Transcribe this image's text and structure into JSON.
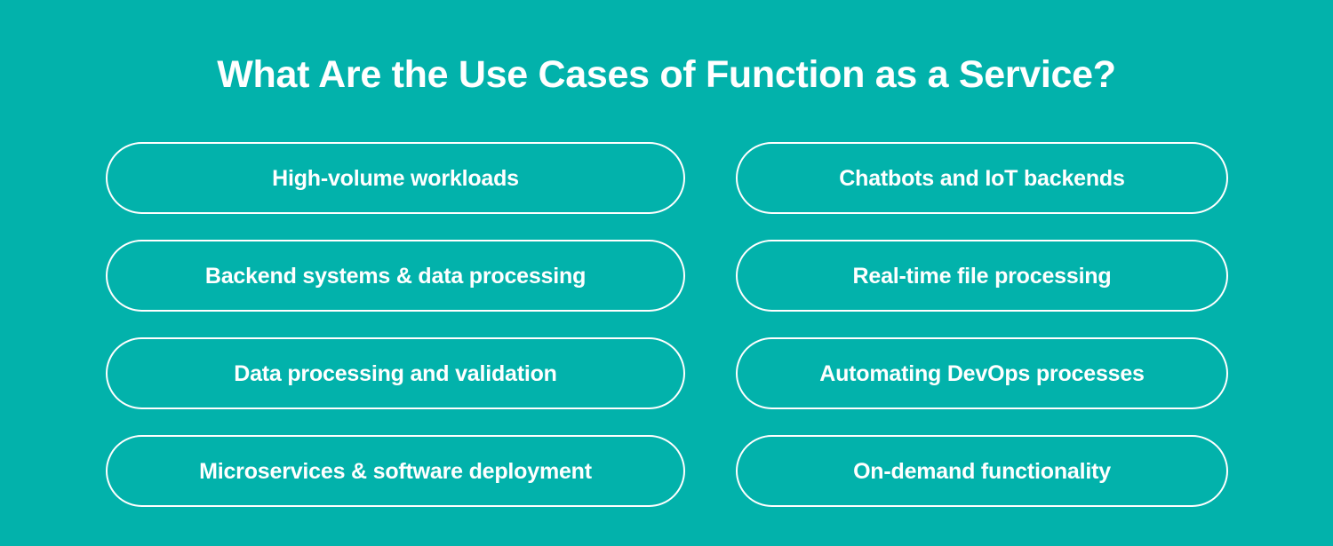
{
  "theme": {
    "background_color": "#02b2ab",
    "text_color": "#ffffff",
    "border_color": "#ffffff"
  },
  "header": {
    "title": "What Are the Use Cases of Function as a Service?"
  },
  "columns": {
    "left": {
      "items": [
        {
          "label": "High-volume workloads"
        },
        {
          "label": "Backend systems & data processing"
        },
        {
          "label": "Data processing and validation"
        },
        {
          "label": "Microservices & software deployment"
        }
      ]
    },
    "right": {
      "items": [
        {
          "label": "Chatbots and IoT backends"
        },
        {
          "label": "Real-time file processing"
        },
        {
          "label": "Automating DevOps processes"
        },
        {
          "label": "On-demand functionality"
        }
      ]
    }
  }
}
